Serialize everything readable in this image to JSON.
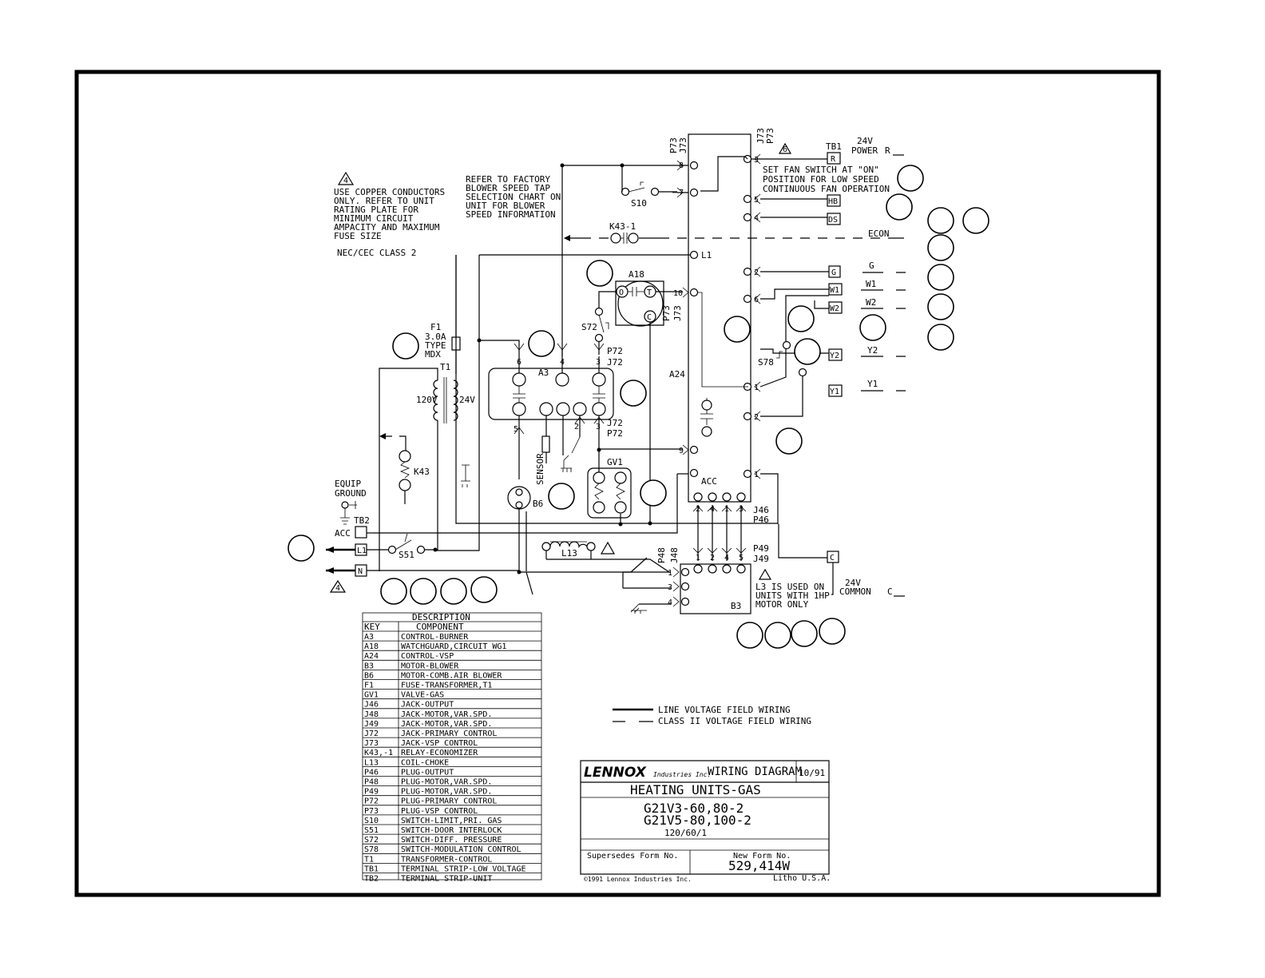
{
  "notes": {
    "copper_lines": [
      "USE COPPER CONDUCTORS",
      "ONLY. REFER TO UNIT",
      "RATING PLATE FOR",
      "MINIMUM CIRCUIT",
      "AMPACITY AND MAXIMUM",
      "FUSE SIZE"
    ],
    "nec_class": "NEC/CEC CLASS 2",
    "blower_lines": [
      "REFER TO FACTORY",
      "BLOWER SPEED TAP",
      "SELECTION CHART ON",
      "UNIT FOR BLOWER",
      "SPEED INFORMATION"
    ],
    "fan_switch_lines": [
      "SET FAN SWITCH AT \"ON\"",
      "POSITION FOR LOW SPEED",
      "CONTINUOUS FAN OPERATION"
    ],
    "l3_lines": [
      "L3 IS USED ON",
      "UNITS WITH 1HP",
      "MOTOR ONLY"
    ],
    "warn_4": "4",
    "warn_6": "6"
  },
  "labels": {
    "p73": "P73",
    "j73": "J73",
    "tb1": "TB1",
    "v24": "24V",
    "power": "POWER",
    "r": "R",
    "r_box": "R",
    "hb": "HB",
    "ds": "DS",
    "econ": "ECON",
    "k43_1": "K43-1",
    "s10": "S10",
    "l1_pin": "L1",
    "a18": "A18",
    "o": "O",
    "t": "T",
    "c": "C",
    "io": "10",
    "g": "G",
    "g_box": "G",
    "w1": "W1",
    "w1_box": "W1",
    "w2": "W2",
    "w2_box": "W2",
    "y2": "Y2",
    "y2_box": "Y2",
    "y1": "Y1",
    "y1_box": "Y1",
    "s78": "S78",
    "a24": "A24",
    "acc_pin": "ACC",
    "f1": "F1",
    "f1_amp": "3.0A",
    "f1_type": "TYPE",
    "f1_mdx": "MDX",
    "t1": "T1",
    "v120": "120V",
    "v24b": "24V",
    "a3": "A3",
    "s72": "S72",
    "p72": "P72",
    "j72": "J72",
    "sensor": "SENSOR",
    "gv1": "GV1",
    "k43": "K43",
    "b6": "B6",
    "equip": "EQUIP",
    "ground": "GROUND",
    "tb2": "TB2",
    "acc": "ACC",
    "l1_box": "L1",
    "n_box": "N",
    "s51": "S51",
    "l13": "L13",
    "j46": "J46",
    "p46": "P46",
    "p48": "P48",
    "j48": "J48",
    "p49": "P49",
    "j49": "J49",
    "b3": "B3",
    "c_box": "C",
    "common": "COMMON",
    "c_term": "C",
    "pin3": "3",
    "pin5": "5",
    "pin2": "2",
    "pin1": "1",
    "pin4": "4",
    "pin6": "6",
    "pin7": "7",
    "pin9": "9",
    "pin8": "8"
  },
  "legend": {
    "line_voltage": "LINE VOLTAGE FIELD WIRING",
    "class2": "CLASS II VOLTAGE FIELD WIRING"
  },
  "description_table": {
    "title": "DESCRIPTION",
    "key_header": "KEY",
    "component_header": "COMPONENT",
    "rows": [
      [
        "A3",
        "CONTROL-BURNER"
      ],
      [
        "A18",
        "WATCHGUARD,CIRCUIT WG1"
      ],
      [
        "A24",
        "CONTROL-VSP"
      ],
      [
        "B3",
        "MOTOR-BLOWER"
      ],
      [
        "B6",
        "MOTOR-COMB.AIR BLOWER"
      ],
      [
        "F1",
        "FUSE-TRANSFORMER,T1"
      ],
      [
        "GV1",
        "VALVE-GAS"
      ],
      [
        "J46",
        "JACK-OUTPUT"
      ],
      [
        "J48",
        "JACK-MOTOR,VAR.SPD."
      ],
      [
        "J49",
        "JACK-MOTOR,VAR.SPD."
      ],
      [
        "J72",
        "JACK-PRIMARY CONTROL"
      ],
      [
        "J73",
        "JACK-VSP CONTROL"
      ],
      [
        "K43,-1",
        "RELAY-ECONOMIZER"
      ],
      [
        "L13",
        "COIL-CHOKE"
      ],
      [
        "P46",
        "PLUG-OUTPUT"
      ],
      [
        "P48",
        "PLUG-MOTOR,VAR.SPD."
      ],
      [
        "P49",
        "PLUG-MOTOR,VAR.SPD."
      ],
      [
        "P72",
        "PLUG-PRIMARY CONTROL"
      ],
      [
        "P73",
        "PLUG-VSP CONTROL"
      ],
      [
        "S10",
        "SWITCH-LIMIT,PRI. GAS"
      ],
      [
        "S51",
        "SWITCH-DOOR INTERLOCK"
      ],
      [
        "S72",
        "SWITCH-DIFF. PRESSURE"
      ],
      [
        "S78",
        "SWITCH-MODULATION CONTROL"
      ],
      [
        "T1",
        "TRANSFORMER-CONTROL"
      ],
      [
        "TB1",
        "TERMINAL STRIP-LOW VOLTAGE"
      ],
      [
        "TB2",
        "TERMINAL STRIP-UNIT"
      ]
    ]
  },
  "title_block": {
    "brand": "LENNOX",
    "brand_sub": "Industries Inc.",
    "doc_type": "WIRING DIAGRAM",
    "date": "10/91",
    "heading": "HEATING UNITS-GAS",
    "model1": "G21V3-60,80-2",
    "model2": "G21V5-80,100-2",
    "voltage": "120/60/1",
    "supersedes": "Supersedes Form No.",
    "new_form": "New Form No.",
    "form_no": "529,414W",
    "copyright": "©1991 Lennox Industries Inc.",
    "litho": "Litho U.S.A."
  },
  "colors": {
    "line": "#000000",
    "background": "#ffffff"
  }
}
